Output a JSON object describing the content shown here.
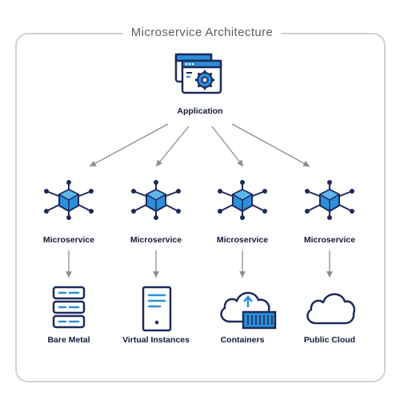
{
  "title": "Microservice Architecture",
  "root": {
    "label": "Application",
    "icon": "application-gear-icon"
  },
  "microservices": [
    {
      "label": "Microservice",
      "icon": "microservice-hub-icon"
    },
    {
      "label": "Microservice",
      "icon": "microservice-hub-icon"
    },
    {
      "label": "Microservice",
      "icon": "microservice-hub-icon"
    },
    {
      "label": "Microservice",
      "icon": "microservice-hub-icon"
    }
  ],
  "targets": [
    {
      "label": "Bare Metal",
      "icon": "server-stack-icon"
    },
    {
      "label": "Virtual Instances",
      "icon": "virtual-server-icon"
    },
    {
      "label": "Containers",
      "icon": "cloud-container-icon"
    },
    {
      "label": "Public Cloud",
      "icon": "cloud-icon"
    }
  ],
  "colors": {
    "navy": "#1d2a5c",
    "blue": "#2b8fd9",
    "light_blue": "#5fb7ec",
    "arrow": "#8a8d92",
    "frame": "#cfd2d6"
  }
}
